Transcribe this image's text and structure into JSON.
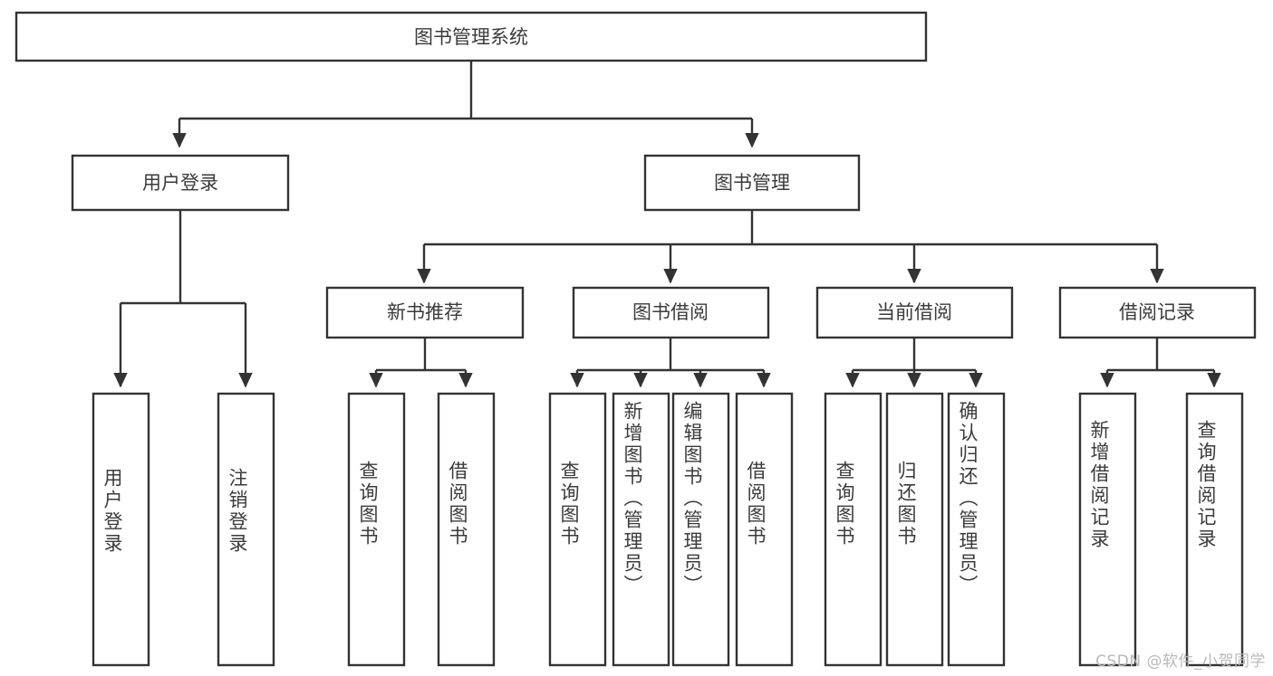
{
  "diagram": {
    "title": "图书管理系统",
    "type": "hierarchy-tree",
    "root": {
      "id": "root",
      "label": "图书管理系统"
    },
    "level2": [
      {
        "id": "user-login",
        "label": "用户登录"
      },
      {
        "id": "book-management",
        "label": "图书管理"
      }
    ],
    "level3": [
      {
        "id": "new-book-recommend",
        "label": "新书推荐",
        "parent": "book-management"
      },
      {
        "id": "book-borrow",
        "label": "图书借阅",
        "parent": "book-management"
      },
      {
        "id": "current-borrow",
        "label": "当前借阅",
        "parent": "book-management"
      },
      {
        "id": "borrow-record",
        "label": "借阅记录",
        "parent": "book-management"
      }
    ],
    "leaves": [
      {
        "id": "leaf-user-login",
        "label": "用户登录",
        "parent": "user-login"
      },
      {
        "id": "leaf-logout-login",
        "label": "注销登录",
        "parent": "user-login"
      },
      {
        "id": "leaf-query-book-1",
        "label": "查询图书",
        "parent": "new-book-recommend"
      },
      {
        "id": "leaf-borrow-book-1",
        "label": "借阅图书",
        "parent": "new-book-recommend"
      },
      {
        "id": "leaf-query-book-2",
        "label": "查询图书",
        "parent": "book-borrow"
      },
      {
        "id": "leaf-add-book",
        "label": "新增图书（管理员）",
        "parent": "book-borrow"
      },
      {
        "id": "leaf-edit-book",
        "label": "编辑图书（管理员）",
        "parent": "book-borrow"
      },
      {
        "id": "leaf-borrow-book-2",
        "label": "借阅图书",
        "parent": "book-borrow"
      },
      {
        "id": "leaf-query-book-3",
        "label": "查询图书",
        "parent": "current-borrow"
      },
      {
        "id": "leaf-return-book",
        "label": "归还图书",
        "parent": "current-borrow"
      },
      {
        "id": "leaf-confirm-return",
        "label": "确认归还（管理员）",
        "parent": "current-borrow"
      },
      {
        "id": "leaf-add-record",
        "label": "新增借阅记录",
        "parent": "borrow-record"
      },
      {
        "id": "leaf-query-record",
        "label": "查询借阅记录",
        "parent": "borrow-record"
      }
    ],
    "colors": {
      "stroke": "#333333",
      "box_fill": "#ffffff",
      "text": "#3b3b3b",
      "background": "#ffffff",
      "watermark": "#b9b9b9"
    }
  },
  "watermark": {
    "text": "CSDN @软件_小贺同学"
  }
}
